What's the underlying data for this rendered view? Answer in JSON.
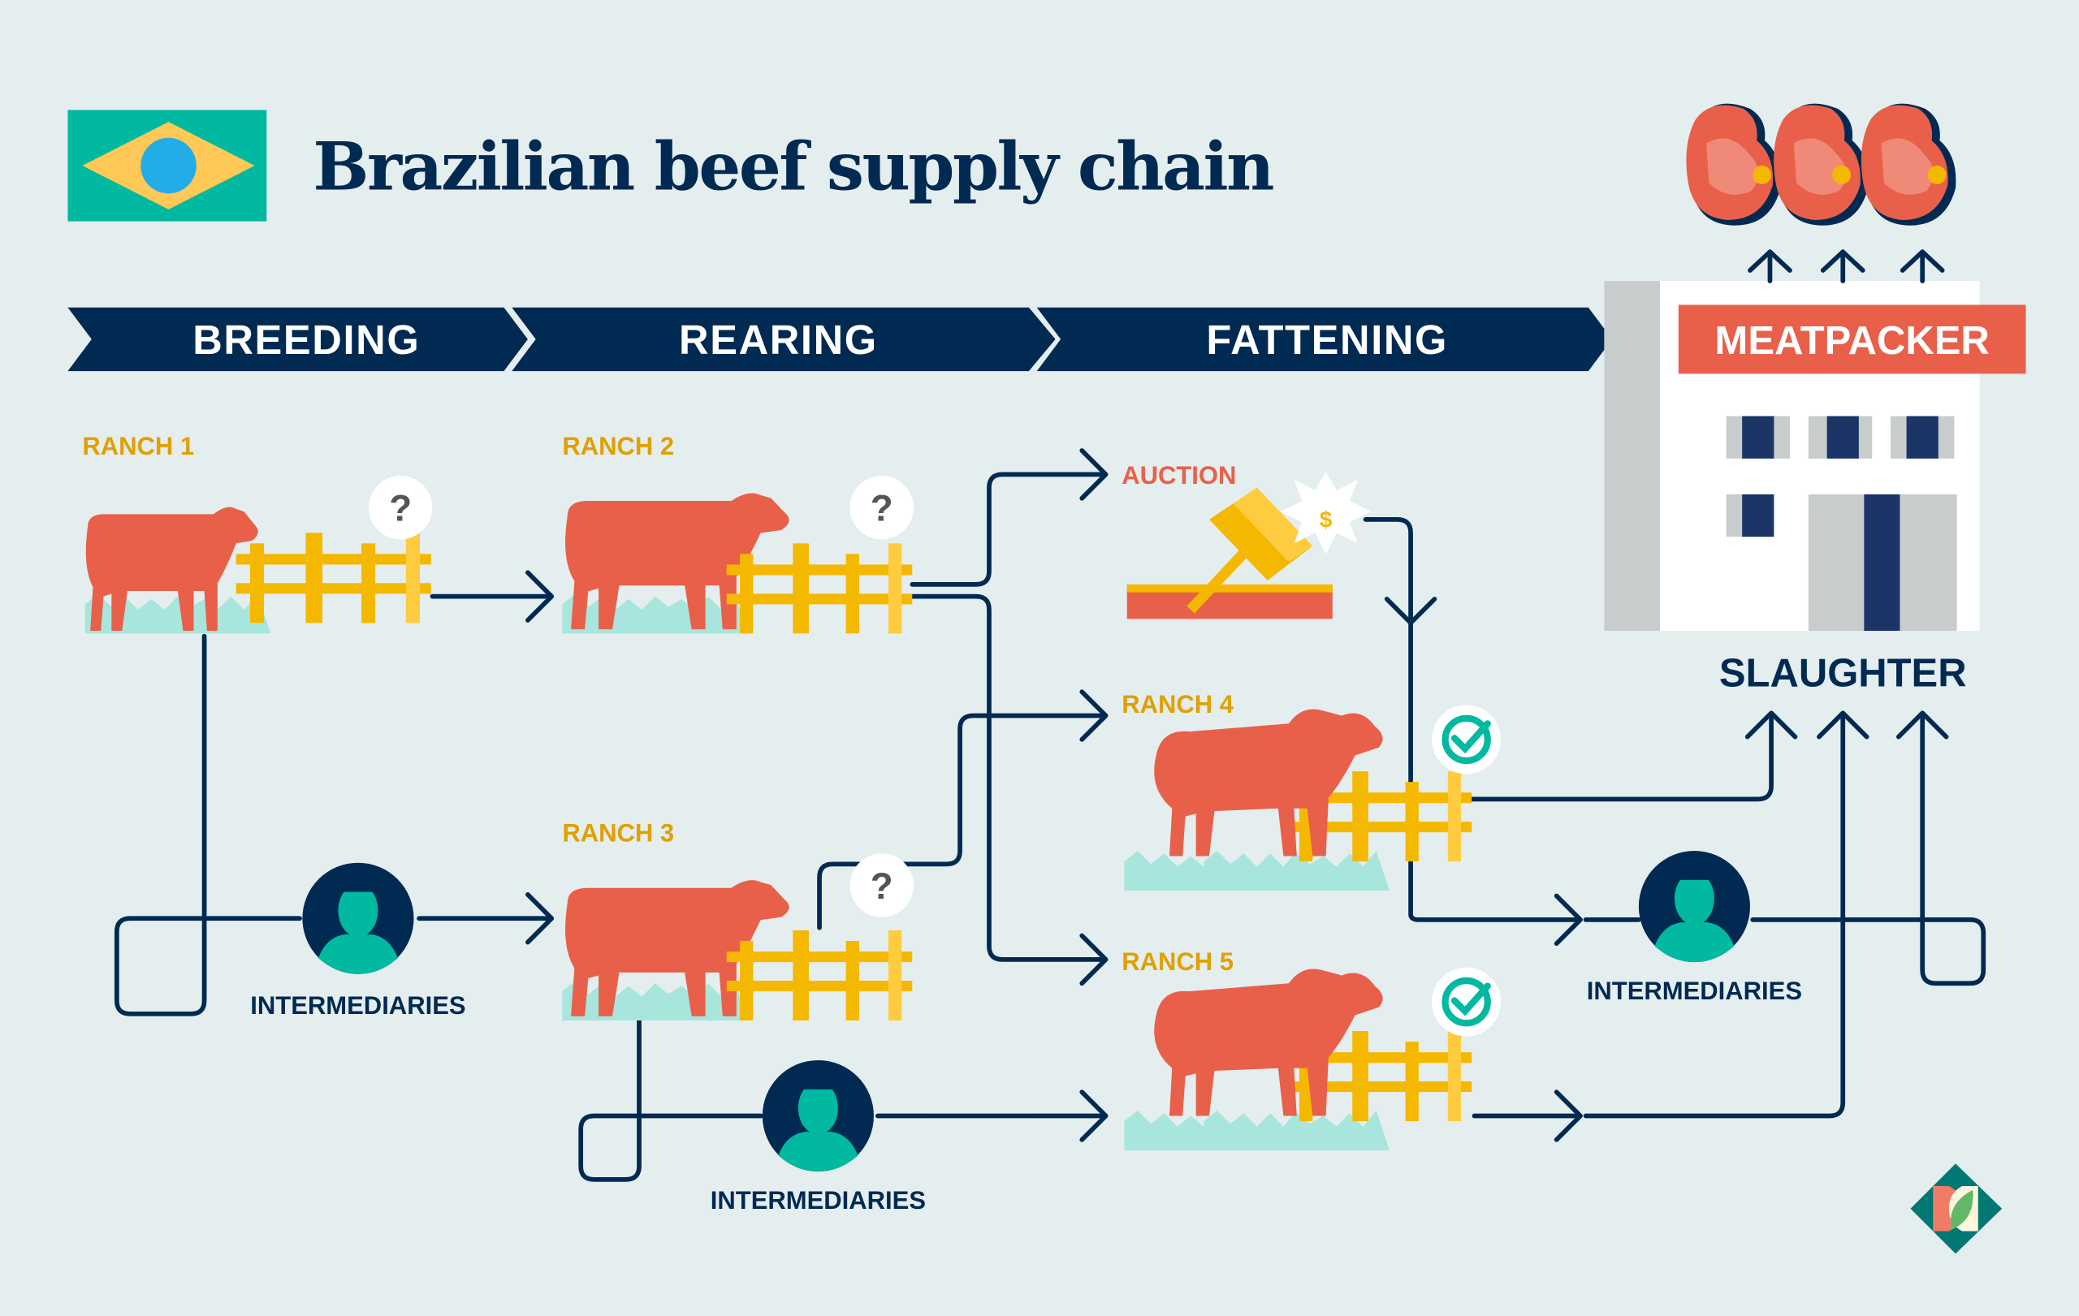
{
  "header": {
    "title": "Brazilian beef supply chain",
    "flag_icon": "brazil-flag-icon"
  },
  "stages": [
    {
      "label": "BREEDING"
    },
    {
      "label": "REARING"
    },
    {
      "label": "FATTENING"
    }
  ],
  "meatpacker": {
    "label": "MEATPACKER",
    "stage_label": "SLAUGHTER"
  },
  "nodes": {
    "ranch1": "RANCH 1",
    "ranch2": "RANCH 2",
    "ranch3": "RANCH 3",
    "ranch4": "RANCH 4",
    "ranch5": "RANCH 5",
    "auction": "AUCTION",
    "auction_price_symbol": "$",
    "unknown_symbol": "?"
  },
  "intermediaries": [
    {
      "label": "INTERMEDIARIES"
    },
    {
      "label": "INTERMEDIARIES"
    },
    {
      "label": "INTERMEDIARIES"
    }
  ],
  "colors": {
    "background": "#e5eeef",
    "navy": "#002a52",
    "cattle": "#e8604a",
    "fence": "#f5b800",
    "ranch_label": "#e0a000",
    "flag_green": "#00b9a0",
    "verified_check": "#00b9a0"
  }
}
